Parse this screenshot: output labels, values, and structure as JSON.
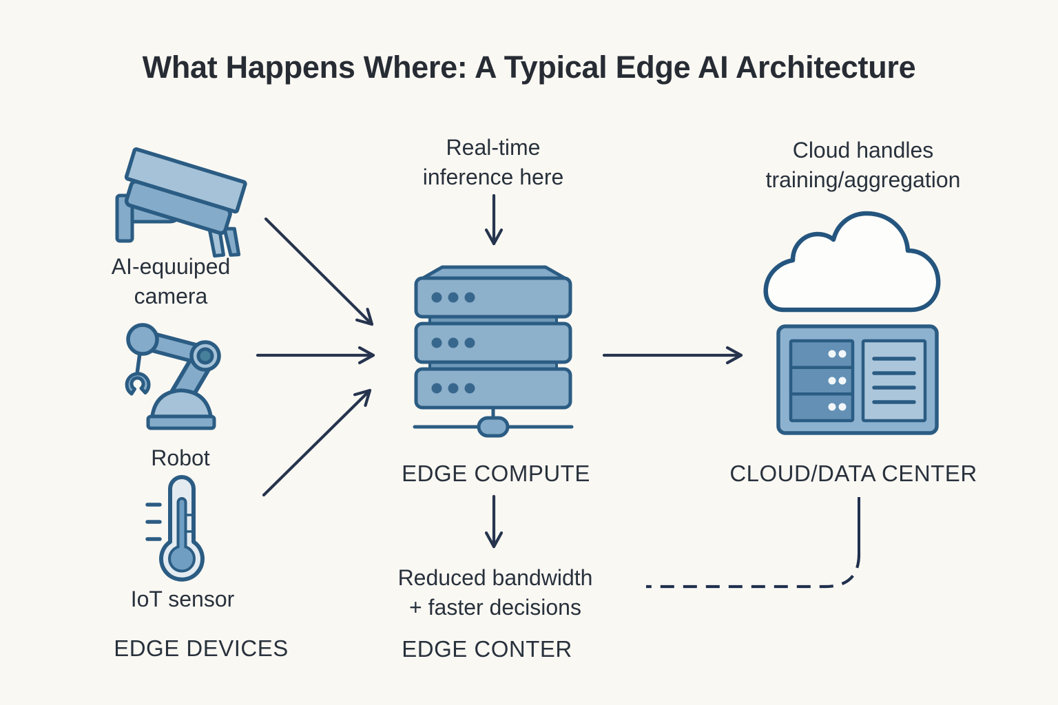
{
  "title": "What Happens Where: A Typical Edge AI Architecture",
  "edge_devices": {
    "section_label": "EDGE DEVICES",
    "devices": [
      {
        "icon": "ai-camera-icon",
        "label": "AI-equuiped\ncamera"
      },
      {
        "icon": "robot-arm-icon",
        "label": "Robot"
      },
      {
        "icon": "iot-sensor-icon",
        "label": "IoT sensor"
      }
    ]
  },
  "edge_compute": {
    "annotation": "Real-time\ninference here",
    "label": "EDGE COMPUTE",
    "icon": "server-stack-icon",
    "result_note": "Reduced bandwidth\n+ faster decisions",
    "section_label": "EDGE CONTER"
  },
  "cloud": {
    "annotation": "Cloud handles\ntraining/aggregation",
    "label": "CLOUD/DATA CENTER",
    "icons": [
      "cloud-icon",
      "server-rack-icon"
    ]
  },
  "colors": {
    "background": "#faf8f3",
    "text": "#28313c",
    "arrow": "#26344e",
    "icon_stroke": "#2b5c83",
    "icon_mid": "#84abc9",
    "icon_light": "#a5c2d8",
    "icon_dark": "#6390b4",
    "icon_pale": "#e3ebf1",
    "cloud_fill": "#fdfdfb"
  }
}
